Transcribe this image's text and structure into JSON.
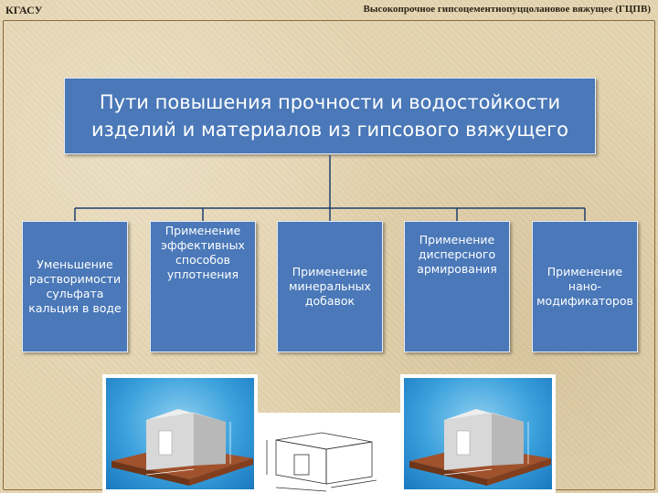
{
  "header": {
    "org": "КГАСУ",
    "subject": "Высокопрочное гипсоцементнопуццолановое вяжущее (ГЦПВ)"
  },
  "diagram": {
    "title": "Пути повышения прочности и водостойкости изделий и материалов из гипсового вяжущего",
    "branches": [
      "Уменьшение растворимости сульфата кальция в воде",
      "Применение эффективных способов уплотнения",
      "Применение минеральных добавок",
      "Применение дисперсного армирования",
      "Применение нано-модификаторов"
    ]
  },
  "colors": {
    "box": "#4a78b8",
    "connector": "#1f3f6e",
    "background": "#e4d4b0",
    "board": "#a0522d"
  },
  "illustrations": [
    "cube-on-board-illustration",
    "technical-drawing",
    "cube-on-board-illustration"
  ]
}
